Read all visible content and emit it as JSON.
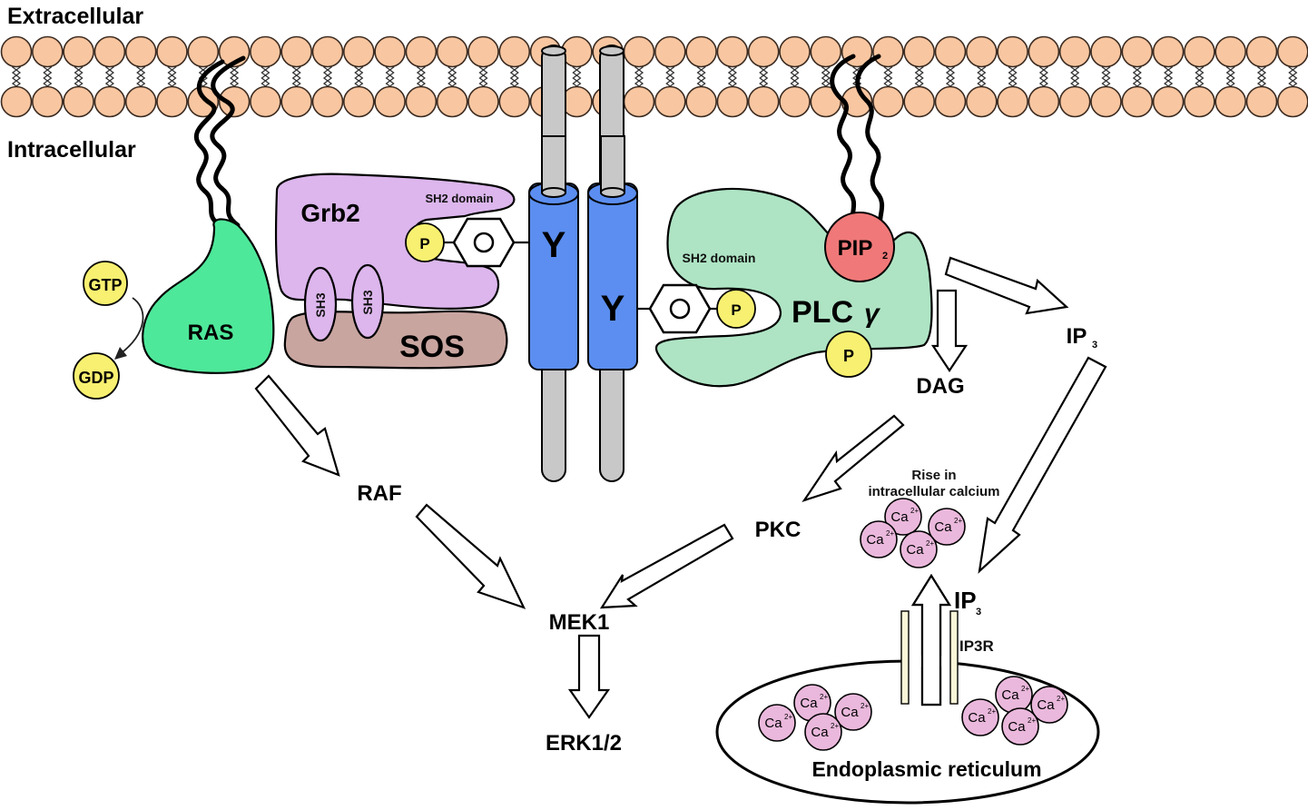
{
  "regions": {
    "extracellular": "Extracellular",
    "intracellular": "Intracellular"
  },
  "colors": {
    "lipid_head": "#f8c6a0",
    "ras": "#4ee89a",
    "grb2": "#dcb6ec",
    "sos": "#c9a5a0",
    "receptor": "#5b8ef0",
    "receptor_rod": "#c8c8c8",
    "plc": "#aee4c4",
    "pip2": "#f07878",
    "phosphate": "#f8f070",
    "calcium": "#eab8dc",
    "ip3r": "#fbf6d8"
  },
  "ras": {
    "label": "RAS",
    "gtp": "GTP",
    "gdp": "GDP"
  },
  "grb2": {
    "label": "Grb2",
    "sh2": "SH2 domain",
    "sh3_a": "SH3",
    "sh3_b": "SH3",
    "phospho": "P"
  },
  "sos": {
    "label": "SOS"
  },
  "receptor": {
    "tyrosine_left": "Y",
    "tyrosine_right": "Y"
  },
  "plc": {
    "label": "PLC",
    "gamma": "γ",
    "sh2": "SH2 domain",
    "phospho_site": "P",
    "phospho_self": "P"
  },
  "pip2": {
    "label": "PIP",
    "sub": "2"
  },
  "nodes": {
    "raf": "RAF",
    "mek1": "MEK1",
    "erk": "ERK1/2",
    "pkc": "PKC",
    "dag": "DAG",
    "ip3": "IP",
    "ip3_sub": "3",
    "ip3_er": "IP",
    "ip3_er_sub": "3",
    "ip3r": "IP3R"
  },
  "calcium": {
    "rise_line1": "Rise in",
    "rise_line2": "intracellular calcium",
    "ion": "Ca",
    "charge": "2+"
  },
  "er": {
    "label": "Endoplasmic reticulum"
  }
}
